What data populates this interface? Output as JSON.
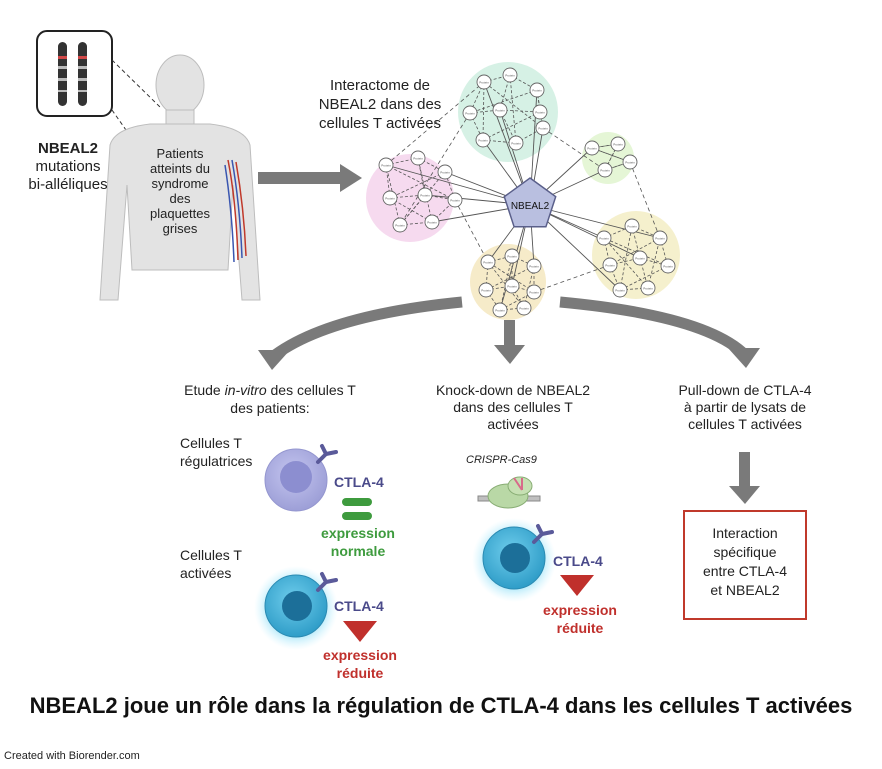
{
  "patient": {
    "gene": "NBEAL2",
    "mutation_line1": "mutations",
    "mutation_line2": "bi-alléliques",
    "body_label": [
      "Patients",
      "atteints du",
      "syndrome",
      "des",
      "plaquettes",
      "grises"
    ]
  },
  "interactome": {
    "title": [
      "Interactome de",
      "NBEAL2 dans des",
      "cellules T activées"
    ],
    "hub_label": "NBEAL2",
    "node_label": "Protein",
    "cluster_colors": [
      "#cfeee0",
      "#f5d3ec",
      "#e0f5cf",
      "#f5e8bf",
      "#f3edc4"
    ]
  },
  "branches": {
    "left": {
      "title_pre": "Etude ",
      "title_em": "in-vitro",
      "title_post": " des cellules T",
      "title_line2": "des patients:",
      "treg_label": [
        "Cellules T",
        "régulatrices"
      ],
      "treg_marker": "CTLA-4",
      "treg_expr": [
        "expression",
        "normale"
      ],
      "act_label": [
        "Cellules T",
        "activées"
      ],
      "act_marker": "CTLA-4",
      "act_expr": [
        "expression",
        "réduite"
      ]
    },
    "middle": {
      "title": [
        "Knock-down de NBEAL2",
        "dans des cellules T",
        "activées"
      ],
      "tool": "CRISPR-Cas9",
      "marker": "CTLA-4",
      "expr": [
        "expression",
        "réduite"
      ]
    },
    "right": {
      "title": [
        "Pull-down de CTLA-4",
        "à partir de lysats de",
        "cellules T activées"
      ],
      "result": [
        "Interaction",
        "spécifique",
        "entre CTLA-4",
        "et NBEAL2"
      ]
    }
  },
  "conclusion": "NBEAL2 joue un rôle dans la régulation de CTLA-4 dans les cellules T activées",
  "footer": "Created with Biorender.com",
  "colors": {
    "arrow": "#7a7a7a",
    "ctla4_text": "#4a4a8a",
    "normal_green": "#3e9b3e",
    "reduced_red": "#c0302c",
    "treg_cell": "#a7a8dc",
    "activated_cell": "#3aaed6",
    "result_border": "#c0392b"
  }
}
